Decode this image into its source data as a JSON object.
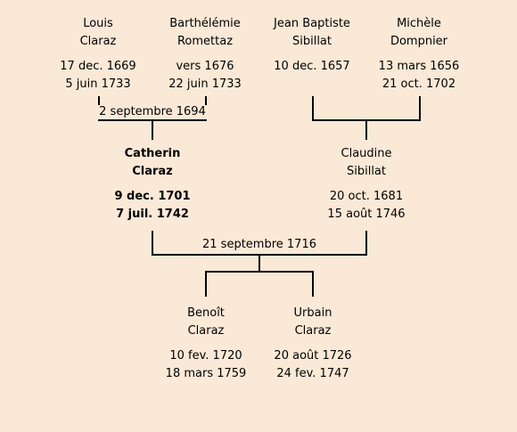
{
  "colors": {
    "background": "#fbe9d7",
    "line": "#000000",
    "text": "#000000"
  },
  "grandparents": [
    {
      "first": "Louis",
      "last": "Claraz",
      "birth": "17 dec. 1669",
      "death": "5 juin 1733"
    },
    {
      "first": "Barthélémie",
      "last": "Romettaz",
      "birth": "vers 1676",
      "death": "22 juin 1733"
    },
    {
      "first": "Jean Baptiste",
      "last": "Sibillat",
      "birth": "10 dec. 1657",
      "death": ""
    },
    {
      "first": "Michèle",
      "last": "Dompnier",
      "birth": "13 mars 1656",
      "death": "21 oct. 1702"
    }
  ],
  "parents": [
    {
      "first": "Catherin",
      "last": "Claraz",
      "birth": "9 dec. 1701",
      "death": "7 juil. 1742"
    },
    {
      "first": "Claudine",
      "last": "Sibillat",
      "birth": "20 oct. 1681",
      "death": "15 août 1746"
    }
  ],
  "children": [
    {
      "first": "Benoît",
      "last": "Claraz",
      "birth": "10 fev. 1720",
      "death": "18 mars 1759"
    },
    {
      "first": "Urbain",
      "last": "Claraz",
      "birth": "20 août 1726",
      "death": "24 fev. 1747"
    }
  ],
  "marriages": {
    "grandparents_left": "2 septembre 1694",
    "parents": "21 septembre 1716"
  }
}
